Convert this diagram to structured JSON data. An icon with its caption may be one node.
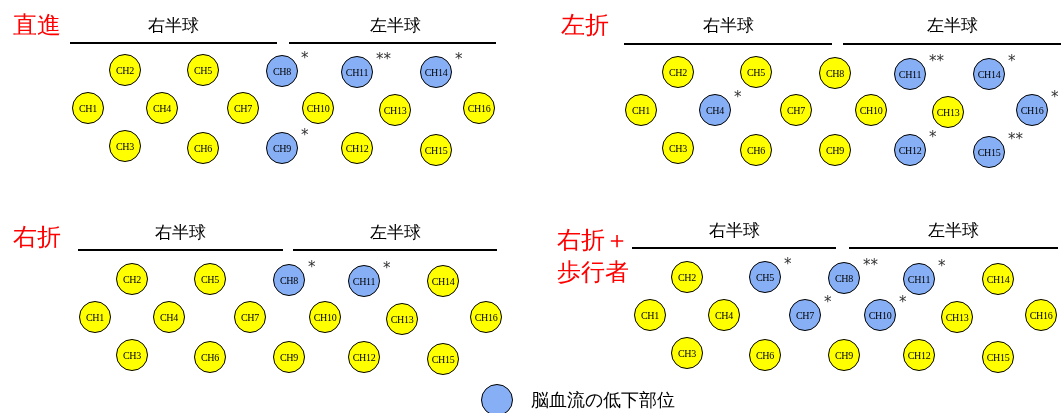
{
  "diagram": {
    "nodes": [
      {
        "text": [
          "CH1"
        ]
      },
      {
        "text": [
          "CH2"
        ]
      },
      {
        "text": [
          "CH3"
        ]
      },
      {
        "text": [
          "CH4"
        ]
      },
      {
        "text": [
          "CH5"
        ]
      },
      {
        "text": [
          "CH6"
        ]
      },
      {
        "text": [
          "CH7"
        ]
      },
      {
        "text": [
          "CH8"
        ],
        "beside": [
          "*"
        ]
      },
      {
        "text": [
          "CH9"
        ],
        "beside": [
          "*"
        ]
      },
      {
        "text": [
          "CH10"
        ]
      },
      {
        "text": [
          "CH11"
        ],
        "beside": [
          "**"
        ]
      },
      {
        "text": [
          "CH12"
        ]
      },
      {
        "text": [
          "CH13"
        ]
      },
      {
        "text": [
          "CH14"
        ],
        "beside": [
          "*"
        ]
      },
      {
        "text": [
          "CH15"
        ]
      },
      {
        "text": [
          "CH16"
        ]
      },
      {
        "text": [
          "CH1"
        ]
      },
      {
        "text": [
          "CH2"
        ]
      },
      {
        "text": [
          "CH3"
        ]
      },
      {
        "text": [
          "CH4"
        ],
        "beside": [
          "*"
        ]
      },
      {
        "text": [
          "CH5"
        ]
      },
      {
        "text": [
          "CH6"
        ]
      },
      {
        "text": [
          "CH7"
        ]
      },
      {
        "text": [
          "CH8"
        ]
      },
      {
        "text": [
          "CH9"
        ]
      },
      {
        "text": [
          "CH10"
        ]
      },
      {
        "text": [
          "CH11"
        ],
        "beside": [
          "**"
        ]
      },
      {
        "text": [
          "CH12"
        ],
        "beside": [
          "*"
        ]
      },
      {
        "text": [
          "CH13"
        ]
      },
      {
        "text": [
          "CH14"
        ],
        "beside": [
          "*"
        ]
      },
      {
        "text": [
          "CH15"
        ],
        "beside": [
          "**"
        ]
      },
      {
        "text": [
          "CH16"
        ],
        "beside": [
          "*"
        ]
      },
      {
        "text": [
          "CH1"
        ]
      },
      {
        "text": [
          "CH2"
        ]
      },
      {
        "text": [
          "CH3"
        ]
      },
      {
        "text": [
          "CH4"
        ]
      },
      {
        "text": [
          "CH5"
        ]
      },
      {
        "text": [
          "CH6"
        ]
      },
      {
        "text": [
          "CH7"
        ]
      },
      {
        "text": [
          "CH8"
        ],
        "beside": [
          "*"
        ]
      },
      {
        "text": [
          "CH9"
        ]
      },
      {
        "text": [
          "CH10"
        ]
      },
      {
        "text": [
          "CH11"
        ],
        "beside": [
          "*"
        ]
      },
      {
        "text": [
          "CH12"
        ]
      },
      {
        "text": [
          "CH13"
        ]
      },
      {
        "text": [
          "CH14"
        ]
      },
      {
        "text": [
          "CH15"
        ]
      },
      {
        "text": [
          "CH16"
        ]
      },
      {
        "text": [
          "CH1"
        ]
      },
      {
        "text": [
          "CH2"
        ]
      },
      {
        "text": [
          "CH3"
        ]
      },
      {
        "text": [
          "CH4"
        ]
      },
      {
        "text": [
          "CH5"
        ],
        "beside": [
          "*"
        ]
      },
      {
        "text": [
          "CH6"
        ]
      },
      {
        "text": [
          "CH7"
        ],
        "beside": [
          "*"
        ]
      },
      {
        "text": [
          "CH8"
        ],
        "beside": [
          "**"
        ]
      },
      {
        "text": [
          "CH9"
        ]
      },
      {
        "text": [
          "CH10"
        ],
        "beside": [
          "*"
        ]
      },
      {
        "text": [
          "CH11"
        ],
        "beside": [
          "*"
        ]
      },
      {
        "text": [
          "CH12"
        ]
      },
      {
        "text": [
          "CH13"
        ]
      },
      {
        "text": [
          "CH14"
        ]
      },
      {
        "text": [
          "CH15"
        ]
      },
      {
        "text": [
          "CH16"
        ]
      }
    ],
    "labels": [
      "直進",
      "右半球",
      "左半球",
      "左折",
      "右半球",
      "左半球",
      "右折",
      "右半球",
      "左半球",
      "右折＋歩行者",
      "右半球",
      "左半球"
    ],
    "legend": [
      {
        "text": "脳血流の低下部位",
        "color": "#87aff5"
      }
    ]
  }
}
